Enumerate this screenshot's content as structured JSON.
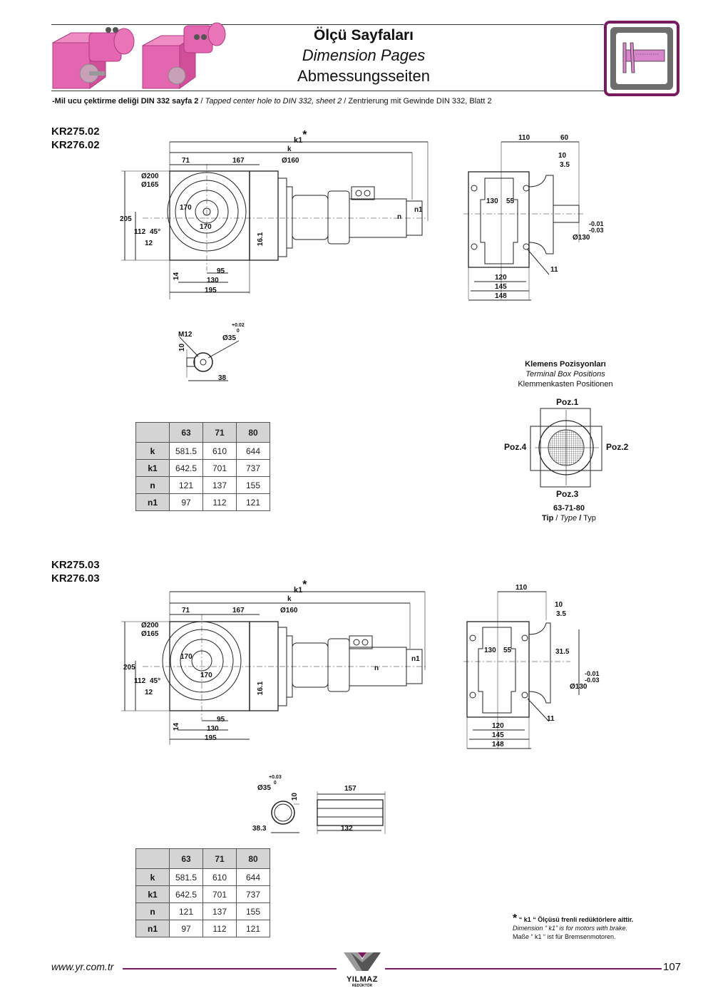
{
  "header": {
    "title_tr": "Ölçü Sayfaları",
    "title_en": "Dimension Pages",
    "title_de": "Abmessungsseiten",
    "note_tr": "-Mil ucu çektirme deliği DIN 332 sayfa 2",
    "note_sep": "/",
    "note_en": "Tapped center hole to DIN 332, sheet 2",
    "note_de": "Zentrierung mit Gewinde DIN 332, Blatt 2",
    "icon": "caliper-icon",
    "accent_color": "#7a1a5e",
    "product_color": "#e060a8"
  },
  "section1": {
    "models": [
      "KR275.02",
      "KR276.02"
    ],
    "front_dims": {
      "k1": "k1",
      "star": "*",
      "k": "k",
      "d71": "71",
      "d167": "167",
      "d160": "Ø160",
      "d200": "Ø200",
      "d165": "Ø165",
      "d170a": "170",
      "d170b": "170",
      "d205": "205",
      "d112": "112",
      "d45": "45°",
      "d12": "12",
      "d161": "16.1",
      "d14": "14",
      "d95": "95",
      "d130": "130",
      "d195": "195",
      "n": "n",
      "n1": "n1"
    },
    "side_dims": {
      "d110": "110",
      "d60": "60",
      "d10": "10",
      "d35": "3.5",
      "d130": "130",
      "d55": "55",
      "tol_top": "-0.01",
      "tol_bot": "-0.03",
      "d130dia": "Ø130",
      "d11": "11",
      "d120": "120",
      "d145": "145",
      "d148": "148"
    },
    "shaft": {
      "m12": "M12",
      "d10": "10",
      "d35": "Ø35",
      "tol_top": "+0.02",
      "tol_bot": "0",
      "d38": "38"
    },
    "table": {
      "headers": [
        "",
        "63",
        "71",
        "80"
      ],
      "rows": [
        {
          "label": "k",
          "values": [
            "581.5",
            "610",
            "644"
          ]
        },
        {
          "label": "k1",
          "values": [
            "642.5",
            "701",
            "737"
          ]
        },
        {
          "label": "n",
          "values": [
            "121",
            "137",
            "155"
          ]
        },
        {
          "label": "n1",
          "values": [
            "97",
            "112",
            "121"
          ]
        }
      ]
    }
  },
  "terminal_box": {
    "title_tr": "Klemens Pozisyonları",
    "title_en": "Terminal Box Positions",
    "title_de": "Klemmenkasten Positionen",
    "poz1": "Poz.1",
    "poz2": "Poz.2",
    "poz3": "Poz.3",
    "poz4": "Poz.4",
    "sizes": "63-71-80",
    "type_tr": "Tip",
    "type_en": "Type",
    "type_de": "Typ",
    "sep": "/"
  },
  "section2": {
    "models": [
      "KR275.03",
      "KR276.03"
    ],
    "front_dims": {
      "k1": "k1",
      "star": "*",
      "k": "k",
      "d71": "71",
      "d167": "167",
      "d160": "Ø160",
      "d200": "Ø200",
      "d165": "Ø165",
      "d170a": "170",
      "d170b": "170",
      "d205": "205",
      "d112": "112",
      "d45": "45°",
      "d12": "12",
      "d161": "16.1",
      "d14": "14",
      "d95": "95",
      "d130": "130",
      "d195": "195",
      "n": "n",
      "n1": "n1"
    },
    "side_dims": {
      "d110": "110",
      "d10": "10",
      "d35": "3.5",
      "d315": "31.5",
      "d130": "130",
      "d55": "55",
      "tol_top": "-0.01",
      "tol_bot": "-0.03",
      "d130dia": "Ø130",
      "d11": "11",
      "d120": "120",
      "d145": "145",
      "d148": "148"
    },
    "hollow_shaft": {
      "d35": "Ø35",
      "tol_top": "+0.03",
      "tol_bot": "0",
      "d10": "10",
      "d383": "38.3",
      "d157": "157",
      "d132": "132"
    },
    "table": {
      "headers": [
        "",
        "63",
        "71",
        "80"
      ],
      "rows": [
        {
          "label": "k",
          "values": [
            "581.5",
            "610",
            "644"
          ]
        },
        {
          "label": "k1",
          "values": [
            "642.5",
            "701",
            "737"
          ]
        },
        {
          "label": "n",
          "values": [
            "121",
            "137",
            "155"
          ]
        },
        {
          "label": "n1",
          "values": [
            "97",
            "112",
            "121"
          ]
        }
      ]
    }
  },
  "footnote": {
    "star": "*",
    "tr": "“ k1 “ Ölçüsü frenli redüktörlere aittir.",
    "en": "Dimension “ k1” is for motors with brake.",
    "de": "Maße “ k1 “ ist für Bremsenmotoren."
  },
  "footer": {
    "url": "www.yr.com.tr",
    "brand": "YILMAZ",
    "brand_sub": "REDÜKTÖR",
    "page": "107"
  }
}
